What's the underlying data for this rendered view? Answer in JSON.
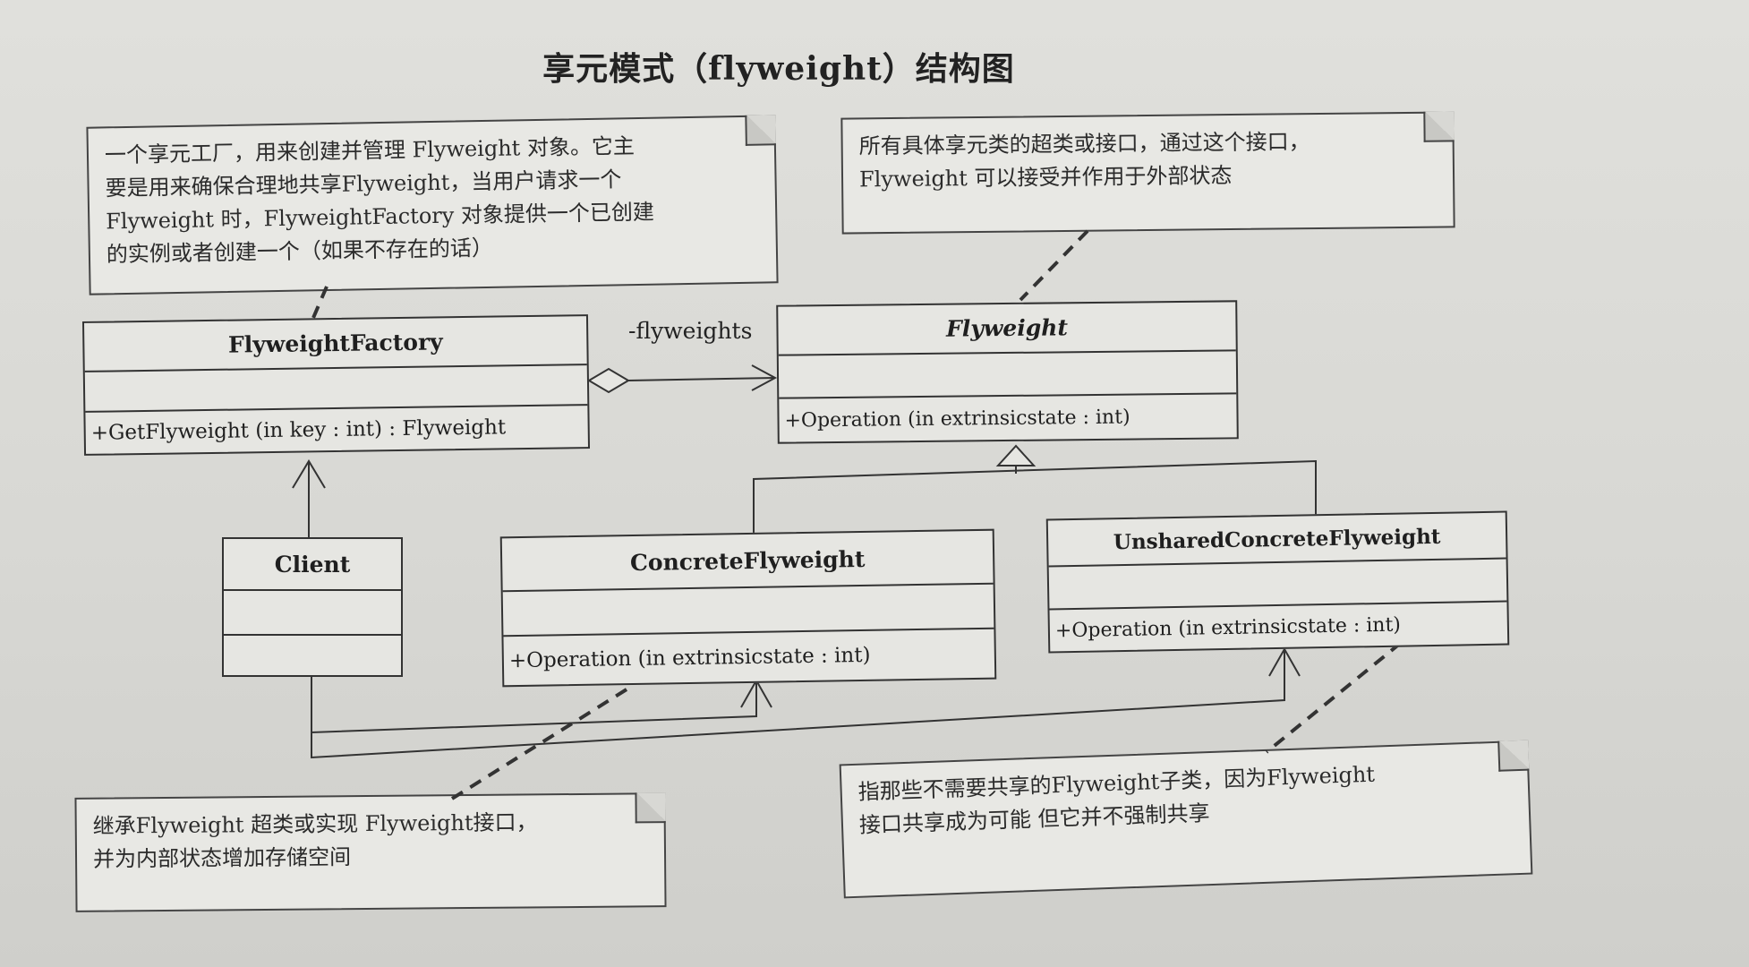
{
  "title": "享元模式（flyweight）结构图",
  "notes": {
    "factory": [
      "一个享元工厂，用来创建并管理 Flyweight 对象。它主",
      "要是用来确保合理地共享Flyweight，当用户请求一个",
      "Flyweight 时，FlyweightFactory 对象提供一个已创建",
      "的实例或者创建一个（如果不存在的话）"
    ],
    "flyweight": [
      "所有具体享元类的超类或接口，通过这个接口，",
      "Flyweight 可以接受并作用于外部状态"
    ],
    "concrete": [
      "继承Flyweight 超类或实现 Flyweight接口，",
      "并为内部状态增加存储空间"
    ],
    "unshared": [
      "指那些不需要共享的Flyweight子类，因为Flyweight",
      "接口共享成为可能 但它并不强制共享"
    ]
  },
  "classes": {
    "factory": {
      "name": "FlyweightFactory",
      "operation": "+GetFlyweight (in key  : int) : Flyweight"
    },
    "flyweight": {
      "name": "Flyweight",
      "operation": "+Operation (in extrinsicstate  : int)"
    },
    "client": {
      "name": "Client"
    },
    "concrete": {
      "name": "ConcreteFlyweight",
      "operation": "+Operation (in extrinsicstate  : int)"
    },
    "unshared": {
      "name": "UnsharedConcreteFlyweight",
      "operation": "+Operation (in extrinsicstate  : int)"
    }
  },
  "role_label": "-flyweights",
  "colors": {
    "line": "#333333",
    "paper": "#dcdcd8",
    "text": "#222222"
  }
}
